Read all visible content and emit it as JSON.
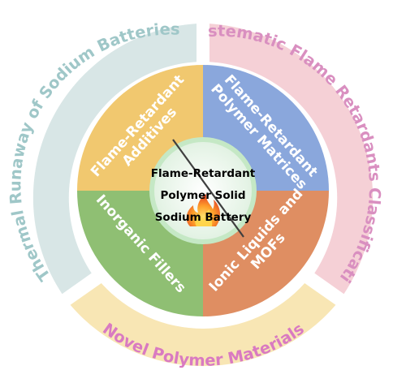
{
  "colors": {
    "outer_left": "#d8e6e6",
    "outer_right": "#f5d0d6",
    "outer_bottom": "#f8e6b4",
    "text_left": "#9fc7c8",
    "text_right": "#d98fc0",
    "text_bottom": "#d97ac1",
    "sector_tl": "#f1c86f",
    "sector_tr": "#8aa7dc",
    "sector_bl": "#8fbf73",
    "sector_br": "#df8e62",
    "center_ring": "#c5e8c5",
    "center_fill": "#eef8ef"
  },
  "outer_ring": {
    "left": "Thermal Runaway of Sodium Batteries",
    "right": "Systematic Flame Retardants Classification",
    "bottom": "Novel Polymer Materials"
  },
  "sectors": {
    "top_left": {
      "lines": [
        "Flame-Retardant",
        "Additives"
      ]
    },
    "top_right": {
      "lines": [
        "Flame-Retardant",
        "Polymer Matrices"
      ]
    },
    "bottom_left": {
      "lines": [
        "Inorganic Fillers"
      ]
    },
    "bottom_right": {
      "lines": [
        "Ionic Liquids and",
        "MOFs"
      ]
    }
  },
  "center": {
    "lines": [
      "Flame-Retardant",
      "Polymer Solid",
      "Sodium Battery"
    ],
    "icon": "no-fire-icon"
  }
}
